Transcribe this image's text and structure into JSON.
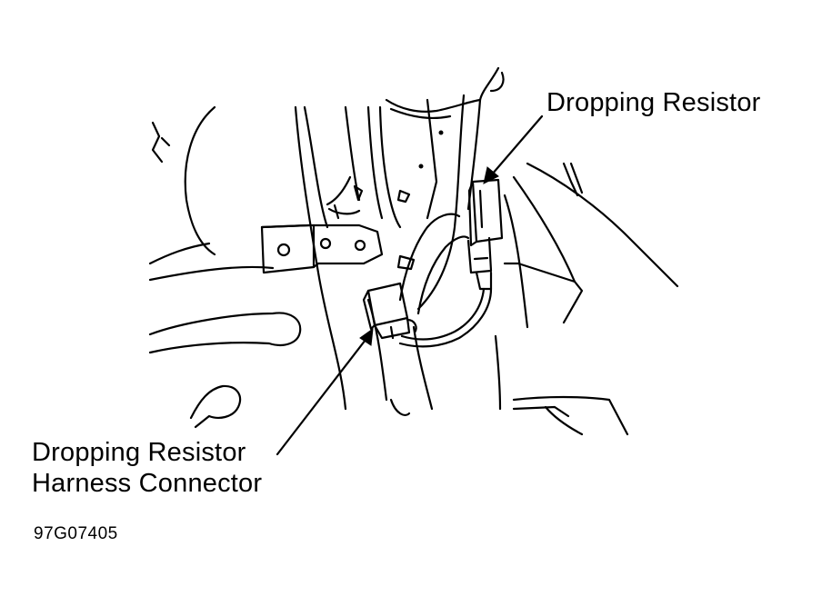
{
  "labels": {
    "dropping_resistor": "Dropping Resistor",
    "connector_line1": "Dropping Resistor",
    "connector_line2": "Harness Connector",
    "figure_code": "97G07405"
  },
  "colors": {
    "line": "#000000",
    "background": "#ffffff"
  }
}
